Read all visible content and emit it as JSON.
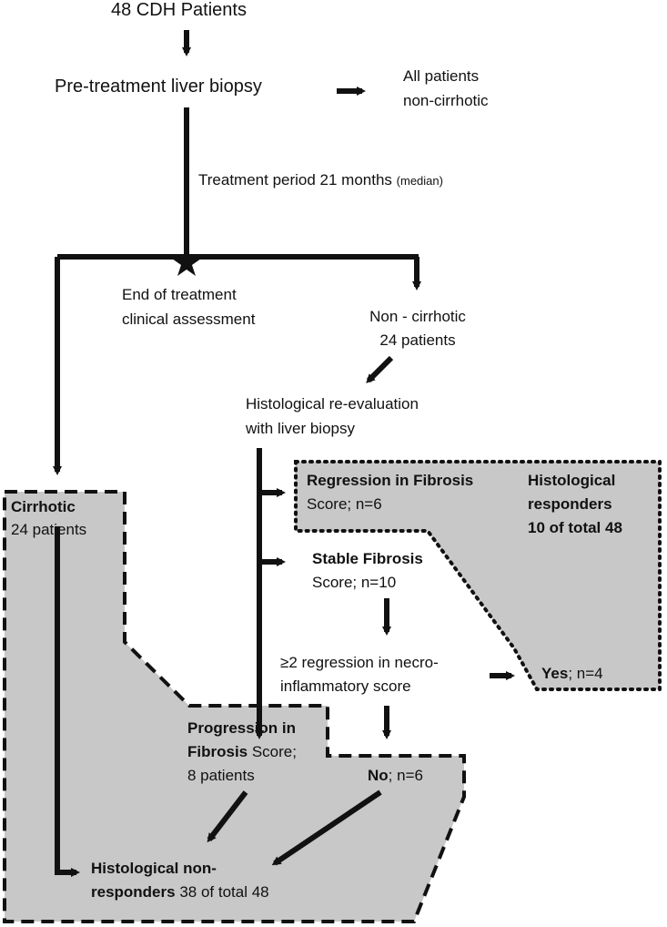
{
  "nodes": {
    "patients": "48 CDH Patients",
    "biopsy": "Pre-treatment liver biopsy",
    "noncirrhotic_all_1": "All patients",
    "noncirrhotic_all_2": "non-cirrhotic",
    "treatment_main": "Treatment period 21 months",
    "treatment_median": "(median)",
    "eot_1": "End of treatment",
    "eot_2": "clinical assessment",
    "noncirr_branch_1": "Non - cirrhotic",
    "noncirr_branch_2": "24 patients",
    "histo_reeval_1": "Histological re-evaluation",
    "histo_reeval_2": "with liver biopsy",
    "cirrhotic_1": "Cirrhotic",
    "cirrhotic_2": "24 patients",
    "regression_bold": "Regression in Fibrosis",
    "regression_rest": "Score; n=6",
    "responders_1": "Histological",
    "responders_2": "responders",
    "responders_3": "10 of total 48",
    "stable_bold": "Stable Fibrosis",
    "stable_rest": "Score; n=10",
    "necro_1": "≥2 regression in necro-",
    "necro_2": "inflammatory score",
    "yes_bold": "Yes",
    "yes_rest": "; n=4",
    "progression_bold_1": "Progression in",
    "progression_bold_2": "Fibrosis",
    "progression_rest_2": " Score;",
    "progression_3": "8 patients",
    "no_bold": "No",
    "no_rest": "; n=6",
    "nonresp_bold_1": "Histological  non-",
    "nonresp_bold_2": "responders",
    "nonresp_rest_2": " 38 of total 48"
  },
  "colors": {
    "region_fill": "#c8c8c8",
    "line": "#111111",
    "background": "#ffffff"
  }
}
